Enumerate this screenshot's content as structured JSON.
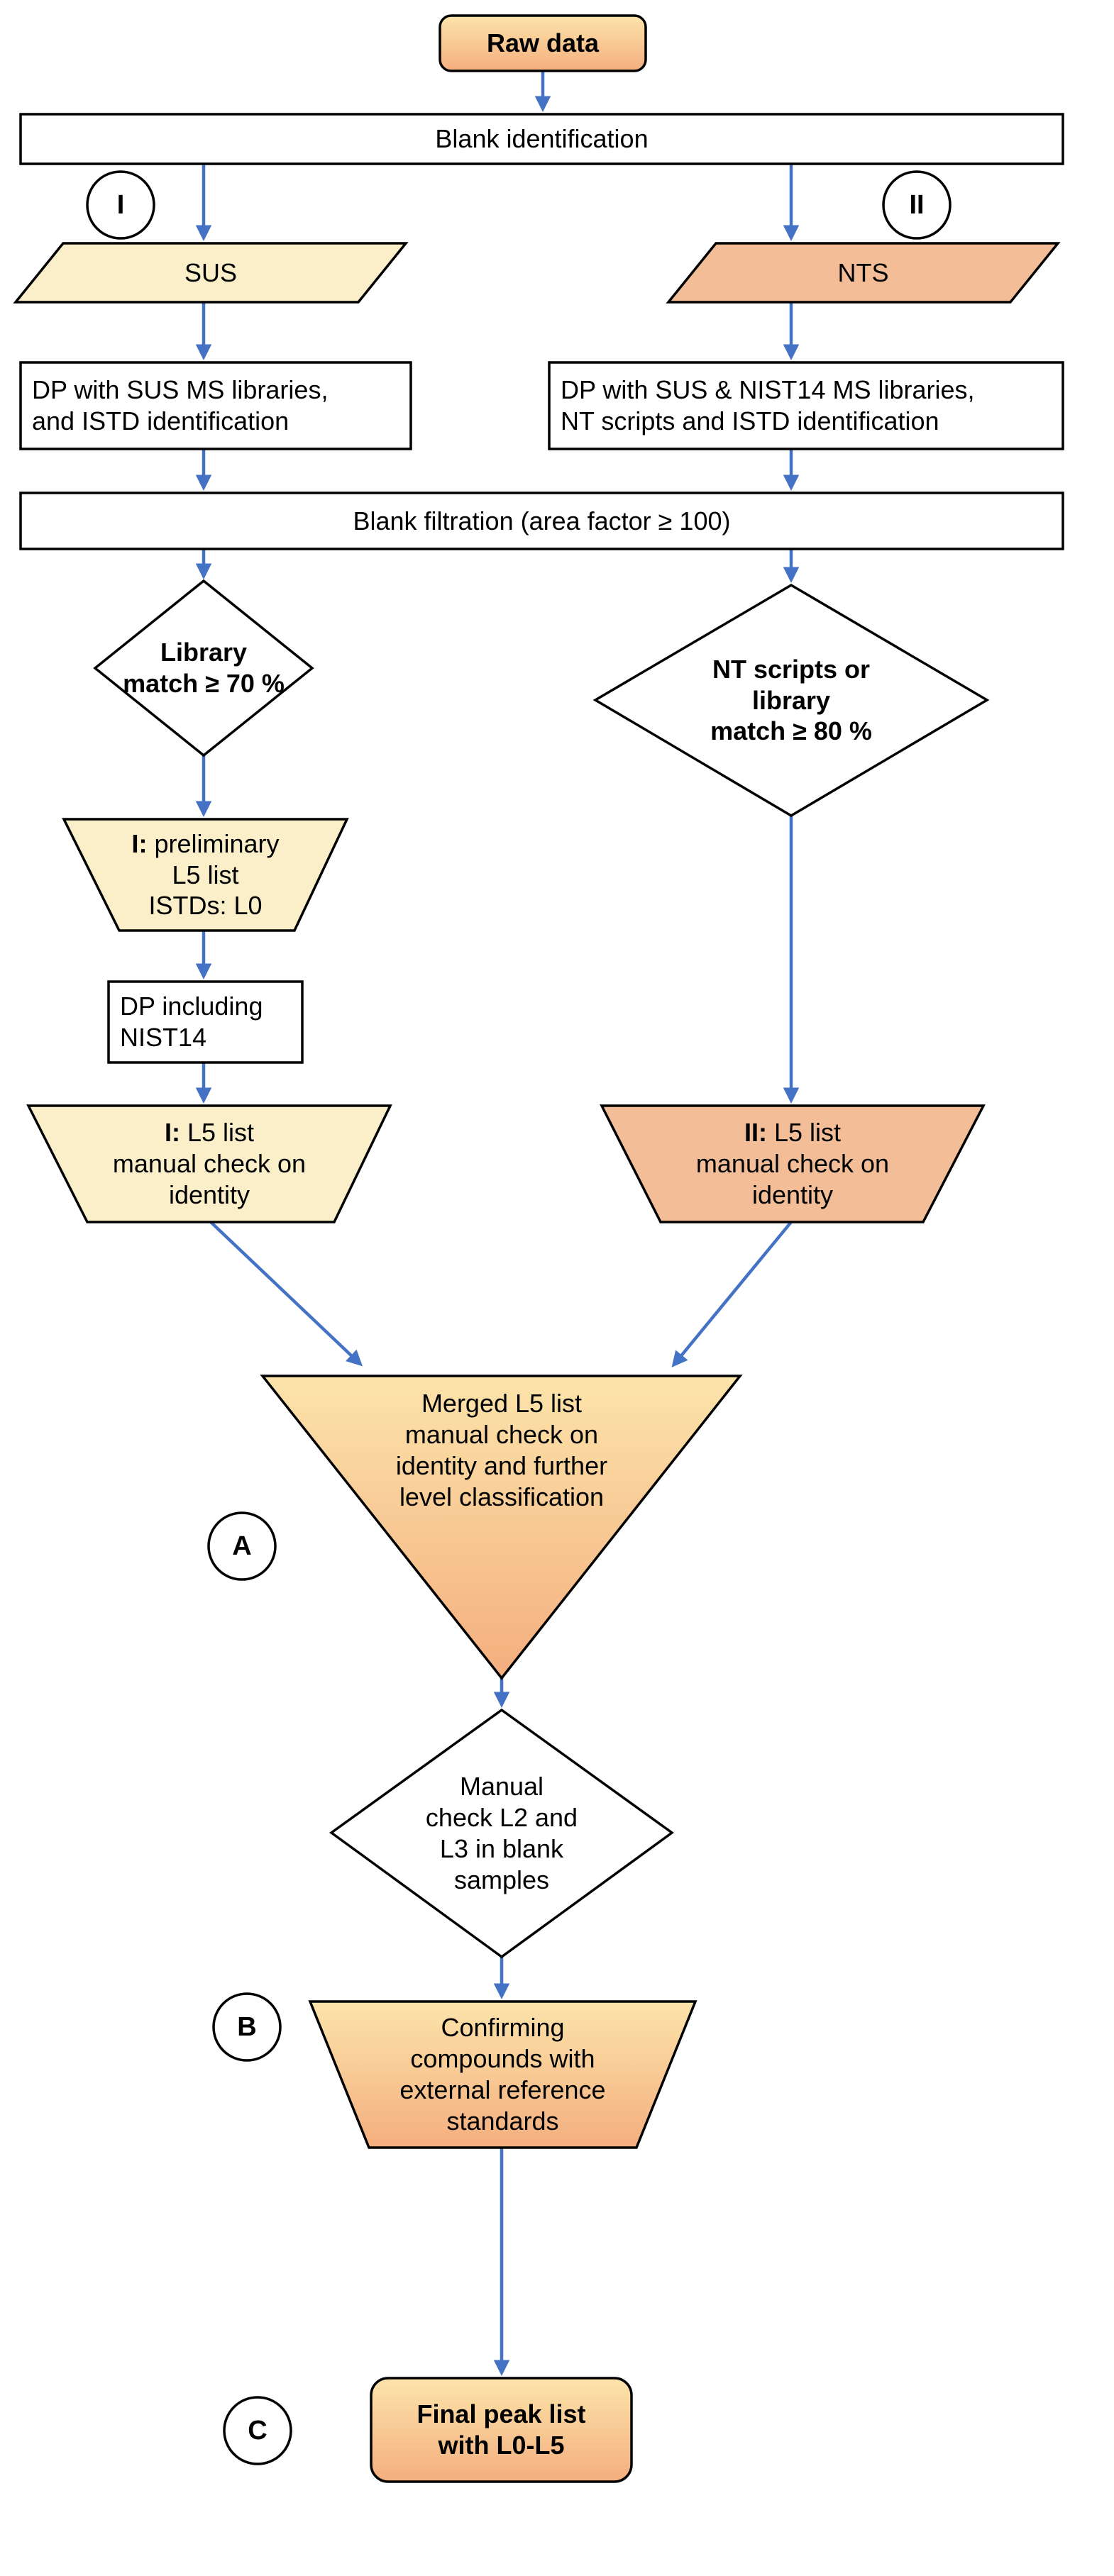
{
  "colors": {
    "arrow": "#4472C4",
    "border": "#000000",
    "light_yellow": "#FAEFC8",
    "salmon": "#F3BE97",
    "gradient_top": "#FCE4AA",
    "gradient_bottom": "#F4AE7E",
    "white": "#FFFFFF"
  },
  "nodes": {
    "raw_data": {
      "label": "Raw data"
    },
    "blank_identification": {
      "label": "Blank identification"
    },
    "branch_i": {
      "label": "I"
    },
    "branch_ii": {
      "label": "II"
    },
    "sus": {
      "label": "SUS"
    },
    "nts": {
      "label": "NTS"
    },
    "dp_sus": {
      "label": "DP with SUS MS libraries,\nand ISTD identification"
    },
    "dp_nts": {
      "label": "DP with SUS & NIST14 MS libraries,\nNT scripts and ISTD identification"
    },
    "blank_filtration": {
      "label": "Blank filtration (area factor ≥ 100)"
    },
    "library_match": {
      "label": "Library\nmatch ≥ 70 %"
    },
    "nt_scripts_match": {
      "label": "NT scripts or\nlibrary\nmatch ≥ 80 %"
    },
    "preliminary_l5": {
      "bold": "I:",
      "rest": " preliminary\nL5 list\nISTDs: L0"
    },
    "dp_nist14": {
      "label": "DP including\nNIST14"
    },
    "l5_list_i": {
      "bold": "I:",
      "rest": " L5 list\nmanual check on\nidentity"
    },
    "l5_list_ii": {
      "bold": "II:",
      "rest": " L5 list\nmanual check on\nidentity"
    },
    "merged_l5": {
      "label": "Merged L5 list\nmanual check on\nidentity and further\nlevel classification"
    },
    "manual_check": {
      "label": "Manual\ncheck L2 and\nL3 in blank\nsamples"
    },
    "confirming": {
      "label": "Confirming\ncompounds with\nexternal reference\nstandards"
    },
    "final_peak": {
      "label": "Final peak list\nwith L0-L5"
    },
    "step_a": {
      "label": "A"
    },
    "step_b": {
      "label": "B"
    },
    "step_c": {
      "label": "C"
    }
  }
}
